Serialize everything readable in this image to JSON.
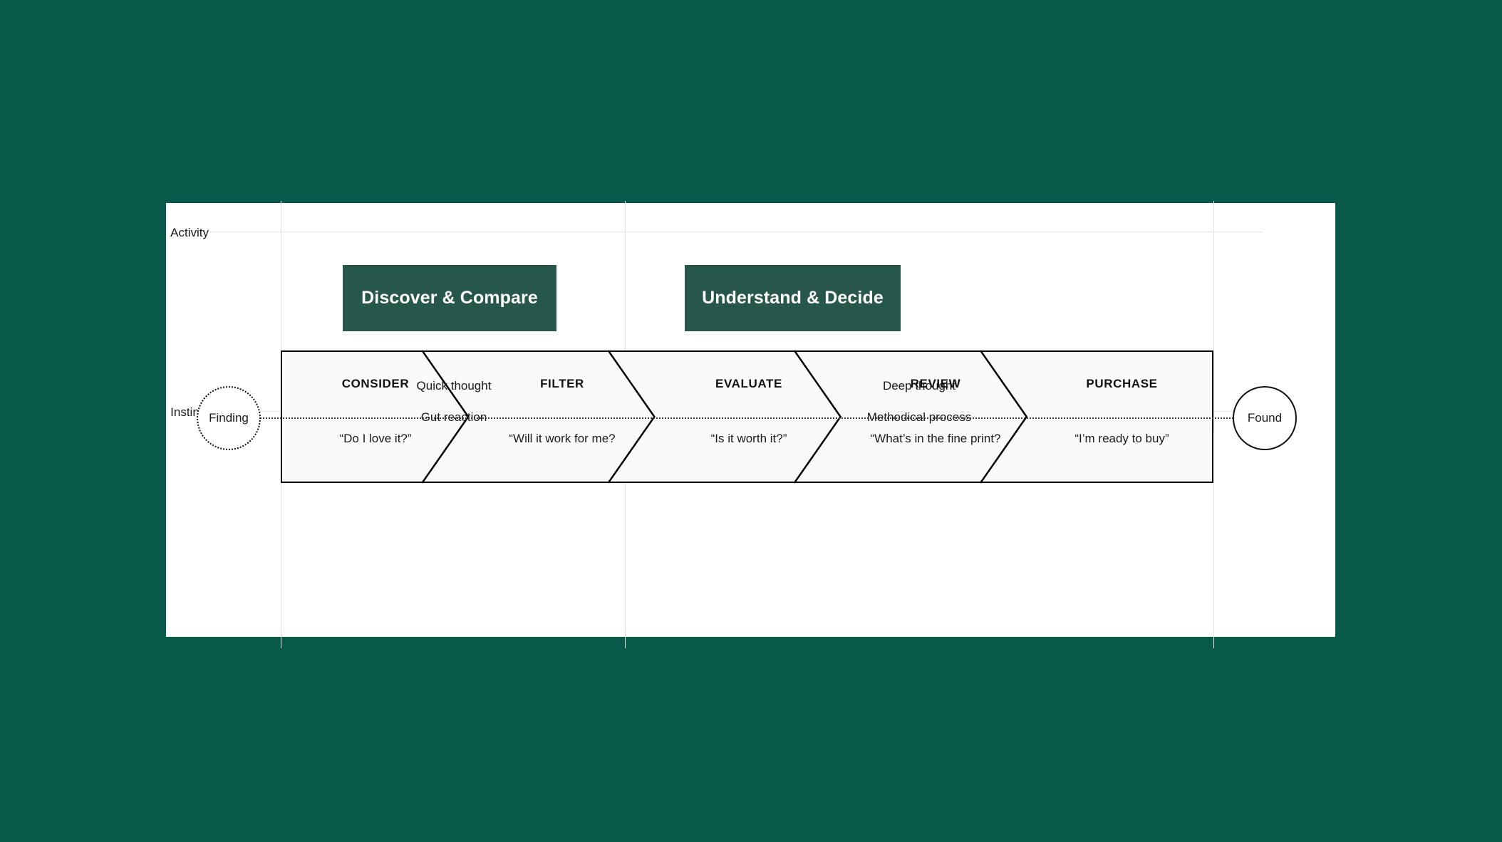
{
  "colors": {
    "page_background": "#08594a",
    "card_background": "#ffffff",
    "activity_box": "#27564a",
    "band_fill": "#fafafa",
    "band_border": "#000000",
    "gridline": "#e3e3e3"
  },
  "rows": {
    "activity_label": "Activity",
    "finding_label": "Finding",
    "instinct_label": "Instinct"
  },
  "nodes": {
    "start": "Finding",
    "end": "Found"
  },
  "activities": [
    {
      "label": "Discover & Compare"
    },
    {
      "label": "Understand & Decide"
    }
  ],
  "stages": [
    {
      "title": "CONSIDER",
      "quote": "“Do I love it?”"
    },
    {
      "title": "FILTER",
      "quote": "“Will it work for me?"
    },
    {
      "title": "EVALUATE",
      "quote": "“Is it worth it?”"
    },
    {
      "title": "REVIEW",
      "quote": "“What’s in the fine print?"
    },
    {
      "title": "PURCHASE",
      "quote": "“I’m ready to buy”"
    }
  ],
  "instinct": {
    "upper": [
      {
        "text": "Quick thought"
      },
      {
        "text": "Deep thought"
      }
    ],
    "lower": [
      {
        "text": "Gut reaction"
      },
      {
        "text": "Methodical process"
      }
    ]
  }
}
